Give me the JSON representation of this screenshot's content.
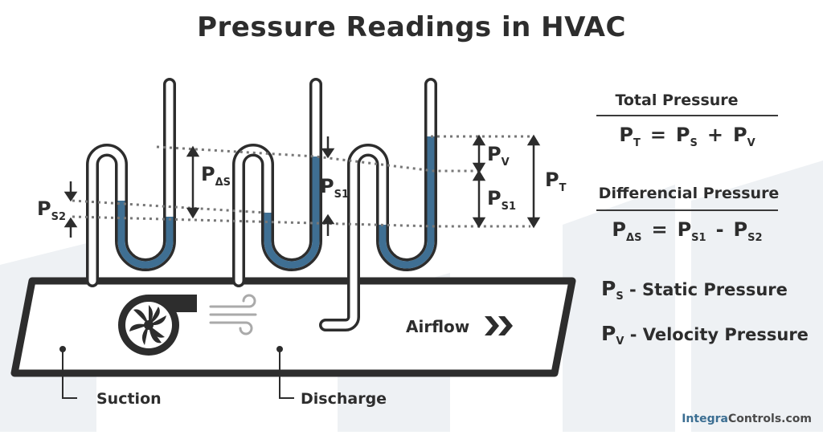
{
  "title": "Pressure Readings in HVAC",
  "labels": {
    "ps2_main": "P",
    "ps2_sub": "S2",
    "pds_main": "P",
    "pds_sub": "ΔS",
    "ps1_main": "P",
    "ps1_sub": "S1",
    "pv_main": "P",
    "pv_sub": "V",
    "ps1b_main": "P",
    "ps1b_sub": "S1",
    "pt_main": "P",
    "pt_sub": "T",
    "airflow": "Airflow",
    "suction": "Suction",
    "discharge": "Discharge"
  },
  "total": {
    "heading": "Total Pressure",
    "lhs": "P",
    "lhs_sub": "T",
    "eq": "=",
    "a": "P",
    "a_sub": "S",
    "op": "+",
    "b": "P",
    "b_sub": "V"
  },
  "differential": {
    "heading": "Differencial Pressure",
    "lhs": "P",
    "lhs_sub": "ΔS",
    "eq": "=",
    "a": "P",
    "a_sub": "S1",
    "op": "-",
    "b": "P",
    "b_sub": "S2"
  },
  "legend": [
    {
      "sym": "P",
      "sub": "S",
      "text": " - Static Pressure"
    },
    {
      "sym": "P",
      "sub": "V",
      "text": " - Velocity Pressure"
    }
  ],
  "footer": {
    "part1": "Integra",
    "part2": "Controls.com"
  },
  "colors": {
    "liquid": "#3f6f93",
    "tube": "#2d2d2d",
    "background_art": "#eef1f4"
  }
}
